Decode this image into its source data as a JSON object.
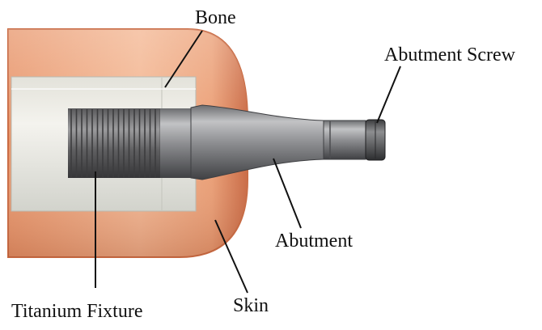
{
  "labels": {
    "bone": "Bone",
    "abutment_screw": "Abutment Screw",
    "abutment": "Abutment",
    "skin": "Skin",
    "titanium_fixture": "Titanium Fixture"
  },
  "colors": {
    "skin_light": "#f2b38e",
    "skin_mid": "#e58c5c",
    "skin_edge": "#b85a36",
    "bone_light": "#f1f0ea",
    "bone_shade": "#cfd0c8",
    "metal_light": "#b8b9bb",
    "metal_dark": "#4a4b4e",
    "thread_dark": "#3c3c3e",
    "leader_line": "#111111"
  }
}
